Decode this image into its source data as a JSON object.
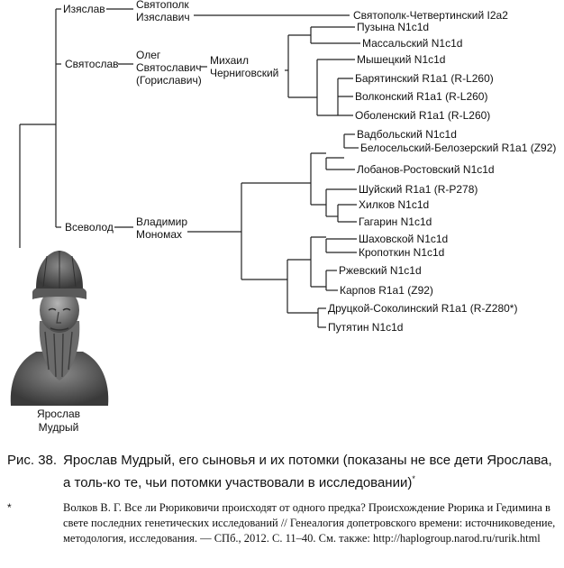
{
  "tree": {
    "yaroslav_sons": {
      "izyaslav": "Изяслав",
      "svyatoslav": "Святослав",
      "vsevolod": "Всеволод"
    },
    "second_gen": {
      "svyatopolk_1": "Святополк",
      "svyatopolk_2": "Изяславич",
      "oleg_1": "Олег",
      "oleg_2": "Святославич",
      "oleg_3": "(Гориславич)",
      "vladimir_1": "Владимир",
      "vladimir_2": "Мономах"
    },
    "third_gen": {
      "mikhail_1": "Михаил",
      "mikhail_2": "Черниговский"
    },
    "leaves": [
      "Святополк-Четвертинский I2a2",
      "Пузына N1c1d",
      "Массальский N1c1d",
      "Мышецкий N1c1d",
      "Барятинский R1a1 (R-L260)",
      "Волконский R1a1 (R-L260)",
      "Оболенский R1a1 (R-L260)",
      "Вадбольский N1c1d",
      "Белосельский-Белозерский R1a1 (Z92)",
      "Лобанов-Ростовский N1c1d",
      "Шуйский R1a1 (R-P278)",
      "Хилков N1c1d",
      "Гагарин N1c1d",
      "Шаховской N1c1d",
      "Кропоткин N1c1d",
      "Ржевский N1c1d",
      "Карпов R1a1 (Z92)",
      "Друцкой-Соколинский R1a1 (R-Z280*)",
      "Путятин N1c1d"
    ]
  },
  "portrait": {
    "caption_1": "Ярослав",
    "caption_2": "Мудрый"
  },
  "figure": {
    "number": "Рис. 38.",
    "caption": "Ярослав Мудрый, его сыновья и их потомки (показаны не все дети Ярослава, а толь-ко те, чьи потомки участвовали в исследовании)",
    "caption_mark": "*"
  },
  "footnote": {
    "mark": "*",
    "text": "Волков В. Г. Все ли Рюриковичи происходят от одного предка? Происхождение Рюрика и Гедимина в свете последних генетических исследований // Генеалогия допетровского времени: источниковедение, методология, исследования. — СПб., 2012. С. 11–40. См. также: http://haplogroup.narod.ru/rurik.html"
  }
}
